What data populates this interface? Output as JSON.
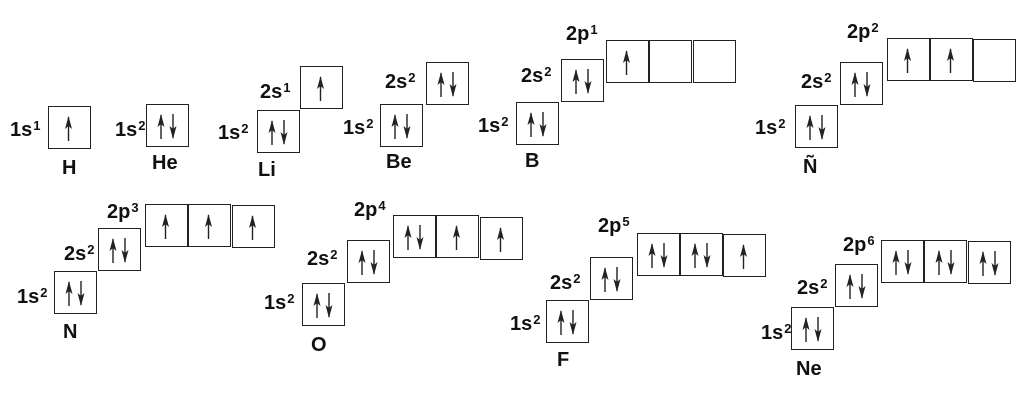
{
  "elements": [
    {
      "symbol": "H",
      "orbitals": [
        {
          "name": "1s",
          "count": "1",
          "electrons": [
            "up"
          ]
        }
      ]
    },
    {
      "symbol": "He",
      "orbitals": [
        {
          "name": "1s",
          "count": "2",
          "electrons": [
            "up",
            "down"
          ]
        }
      ]
    },
    {
      "symbol": "Li",
      "orbitals": [
        {
          "name": "1s",
          "count": "2",
          "electrons": [
            "up",
            "down"
          ]
        },
        {
          "name": "2s",
          "count": "1",
          "electrons": [
            "up"
          ]
        }
      ]
    },
    {
      "symbol": "Be",
      "orbitals": [
        {
          "name": "1s",
          "count": "2",
          "electrons": [
            "up",
            "down"
          ]
        },
        {
          "name": "2s",
          "count": "2",
          "electrons": [
            "up",
            "down"
          ]
        }
      ]
    },
    {
      "symbol": "B",
      "orbitals": [
        {
          "name": "1s",
          "count": "2",
          "electrons": [
            "up",
            "down"
          ]
        },
        {
          "name": "2s",
          "count": "2",
          "electrons": [
            "up",
            "down"
          ]
        },
        {
          "name": "2p",
          "count": "1",
          "boxes": [
            [
              "up"
            ],
            [],
            []
          ]
        }
      ]
    },
    {
      "symbol": "Ñ",
      "orbitals": [
        {
          "name": "1s",
          "count": "2",
          "electrons": [
            "up",
            "down"
          ]
        },
        {
          "name": "2s",
          "count": "2",
          "electrons": [
            "up",
            "down"
          ]
        },
        {
          "name": "2p",
          "count": "2",
          "boxes": [
            [
              "up"
            ],
            [
              "up"
            ],
            []
          ]
        }
      ]
    },
    {
      "symbol": "N",
      "orbitals": [
        {
          "name": "1s",
          "count": "2",
          "electrons": [
            "up",
            "down"
          ]
        },
        {
          "name": "2s",
          "count": "2",
          "electrons": [
            "up",
            "down"
          ]
        },
        {
          "name": "2p",
          "count": "3",
          "boxes": [
            [
              "up"
            ],
            [
              "up"
            ],
            [
              "up"
            ]
          ]
        }
      ]
    },
    {
      "symbol": "O",
      "orbitals": [
        {
          "name": "1s",
          "count": "2",
          "electrons": [
            "up",
            "down"
          ]
        },
        {
          "name": "2s",
          "count": "2",
          "electrons": [
            "up",
            "down"
          ]
        },
        {
          "name": "2p",
          "count": "4",
          "boxes": [
            [
              "up",
              "down"
            ],
            [
              "up"
            ],
            [
              "up"
            ]
          ]
        }
      ]
    },
    {
      "symbol": "F",
      "orbitals": [
        {
          "name": "1s",
          "count": "2",
          "electrons": [
            "up",
            "down"
          ]
        },
        {
          "name": "2s",
          "count": "2",
          "electrons": [
            "up",
            "down"
          ]
        },
        {
          "name": "2p",
          "count": "5",
          "boxes": [
            [
              "up",
              "down"
            ],
            [
              "up",
              "down"
            ],
            [
              "up"
            ]
          ]
        }
      ]
    },
    {
      "symbol": "Ne",
      "orbitals": [
        {
          "name": "1s",
          "count": "2",
          "electrons": [
            "up",
            "down"
          ]
        },
        {
          "name": "2s",
          "count": "2",
          "electrons": [
            "up",
            "down"
          ]
        },
        {
          "name": "2p",
          "count": "6",
          "boxes": [
            [
              "up",
              "down"
            ],
            [
              "up",
              "down"
            ],
            [
              "up",
              "down"
            ]
          ]
        }
      ]
    }
  ],
  "colors": {
    "line": "#222222",
    "text": "#111111",
    "background": "#ffffff"
  }
}
